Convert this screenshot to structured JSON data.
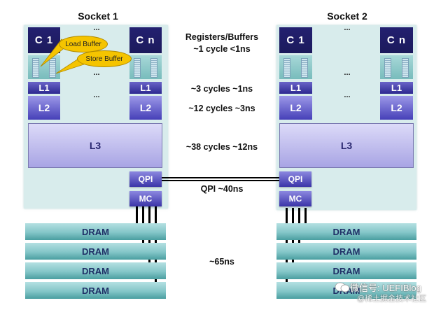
{
  "sockets": [
    {
      "title": "Socket 1",
      "core_first": "C 1",
      "core_last": "C n",
      "ellipsis": "...",
      "l1": "L1",
      "l2": "L2",
      "l3": "L3",
      "qpi": "QPI",
      "mc": "MC",
      "callouts": [
        "Load Buffer",
        "Store Buffer"
      ]
    },
    {
      "title": "Socket 2",
      "core_first": "C 1",
      "core_last": "C n",
      "ellipsis": "...",
      "l1": "L1",
      "l2": "L2",
      "l3": "L3",
      "qpi": "QPI",
      "mc": "MC"
    }
  ],
  "dram": [
    "DRAM",
    "DRAM",
    "DRAM",
    "DRAM"
  ],
  "latencies": {
    "registers_title": "Registers/Buffers",
    "registers": "~1 cycle <1ns",
    "l1": "~3 cycles ~1ns",
    "l2": "~12 cycles ~3ns",
    "l3": "~38 cycles ~12ns",
    "qpi": "QPI ~40ns",
    "dram": "~65ns"
  },
  "watermark": {
    "line1": "微信号: UEFIBlog",
    "line2": "@稀土掘金技术社区"
  }
}
